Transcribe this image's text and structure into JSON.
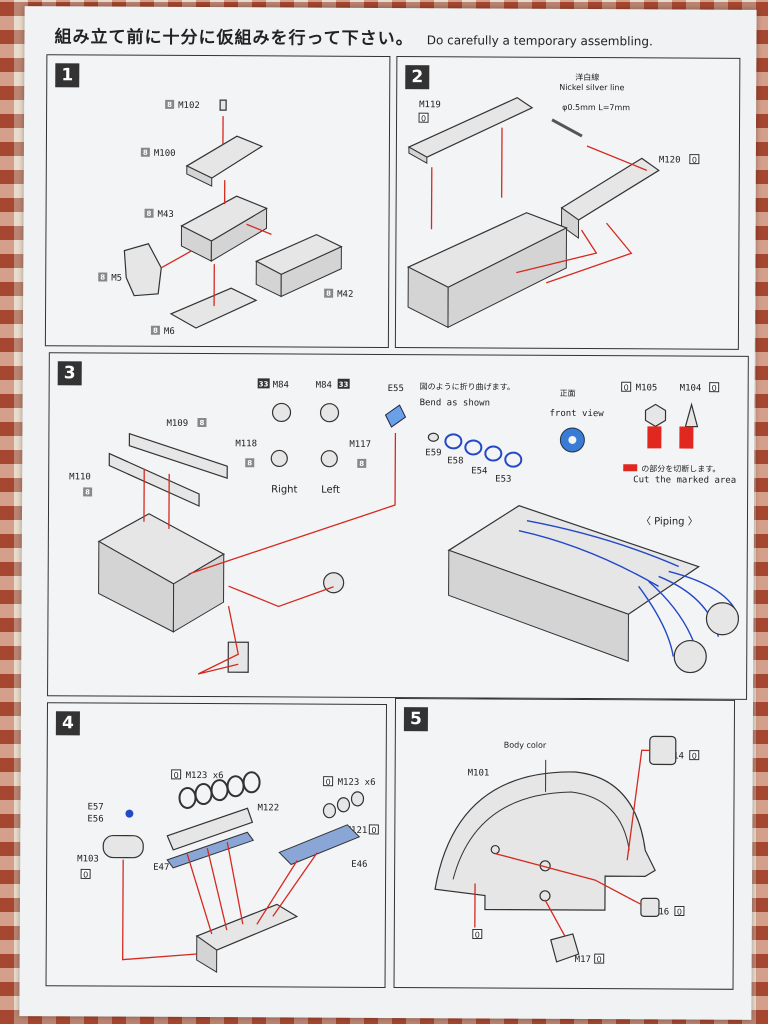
{
  "header": {
    "title_jp": "組み立て前に十分に仮組みを行って下さい。",
    "title_en": "Do carefully a temporary assembling."
  },
  "step1": {
    "number": "1",
    "tag": "8",
    "parts": [
      "M102",
      "M100",
      "M43",
      "M5",
      "M42",
      "M6"
    ]
  },
  "step2": {
    "number": "2",
    "tag": "0",
    "wire_jp": "洋白線",
    "wire_en": "Nickel silver line",
    "wire_size": "φ0.5mm  L=7mm",
    "parts": [
      "M119",
      "M120"
    ]
  },
  "step3": {
    "number": "3",
    "tag8": "8",
    "tag33": "33",
    "tag0": "0",
    "parts": [
      "M84",
      "M84",
      "M109",
      "M118",
      "M117",
      "M110",
      "E55",
      "E59",
      "E58",
      "E54",
      "E53",
      "M105",
      "M104"
    ],
    "right_label": "Right",
    "left_label": "Left",
    "bend_jp": "図のように折り曲げます。",
    "bend_en": "Bend as shown",
    "front_jp": "正面",
    "front_en": "front view",
    "cut_jp": "の部分を切断します。",
    "cut_en": "Cut the marked area",
    "piping": "〈 Piping 〉"
  },
  "step4": {
    "number": "4",
    "tag": "0",
    "parts": [
      "M123 x6",
      "M123 x6",
      "M122",
      "E57",
      "E56",
      "M103",
      "E47",
      "M121",
      "E46"
    ]
  },
  "step5": {
    "number": "5",
    "tag": "0",
    "body_color": "Body color",
    "parts": [
      "M101",
      "M14",
      "M16",
      "M17"
    ]
  },
  "colors": {
    "arrow": "#d62a20",
    "piping": "#2348c8",
    "tag_gray": "#888888"
  }
}
